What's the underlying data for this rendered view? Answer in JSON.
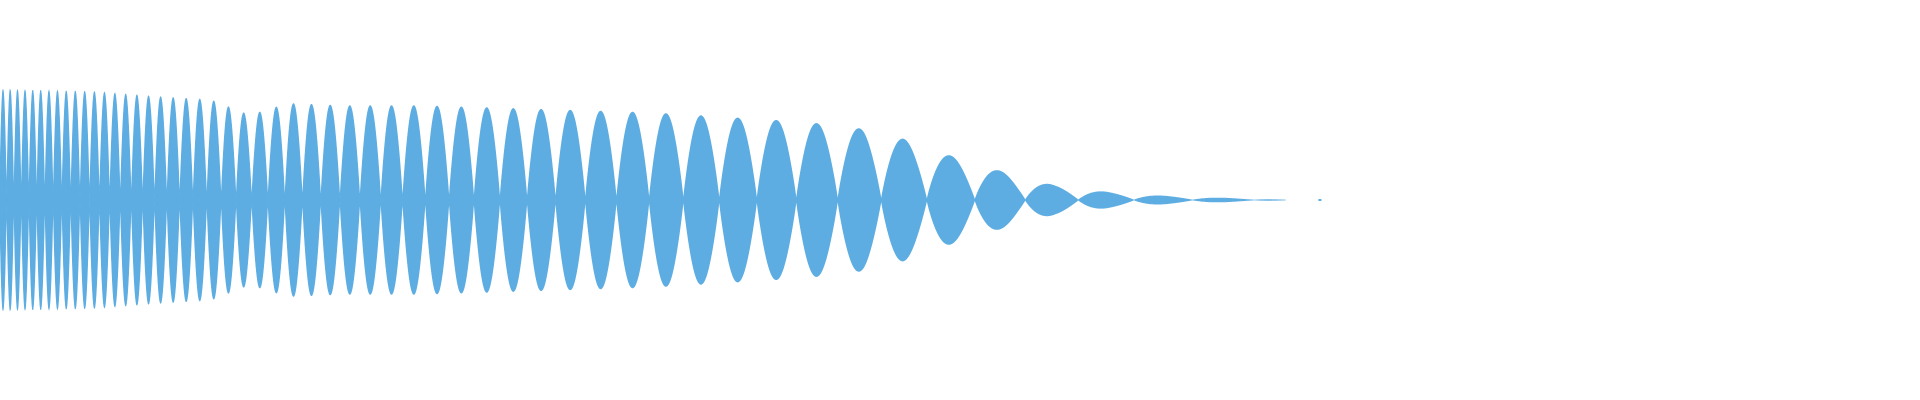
{
  "waveform": {
    "color": "#5dade2",
    "background": "#ffffff",
    "envelope_description_points": [
      {
        "t": 0.0,
        "amp": 0.94
      },
      {
        "t": 0.05,
        "amp": 0.92
      },
      {
        "t": 0.08,
        "amp": 0.88
      },
      {
        "t": 0.11,
        "amp": 0.85
      },
      {
        "t": 0.13,
        "amp": 0.72
      },
      {
        "t": 0.15,
        "amp": 0.82
      },
      {
        "t": 0.18,
        "amp": 0.8
      },
      {
        "t": 0.22,
        "amp": 0.8
      },
      {
        "t": 0.26,
        "amp": 0.78
      },
      {
        "t": 0.3,
        "amp": 0.76
      },
      {
        "t": 0.34,
        "amp": 0.74
      },
      {
        "t": 0.38,
        "amp": 0.7
      },
      {
        "t": 0.42,
        "amp": 0.66
      },
      {
        "t": 0.45,
        "amp": 0.6
      },
      {
        "t": 0.47,
        "amp": 0.52
      },
      {
        "t": 0.49,
        "amp": 0.4
      },
      {
        "t": 0.51,
        "amp": 0.3
      },
      {
        "t": 0.53,
        "amp": 0.2
      },
      {
        "t": 0.55,
        "amp": 0.12
      },
      {
        "t": 0.58,
        "amp": 0.06
      },
      {
        "t": 0.61,
        "amp": 0.03
      },
      {
        "t": 0.64,
        "amp": 0.015
      },
      {
        "t": 0.67,
        "amp": 0.0
      }
    ],
    "duration_fraction_visible": 0.67
  }
}
